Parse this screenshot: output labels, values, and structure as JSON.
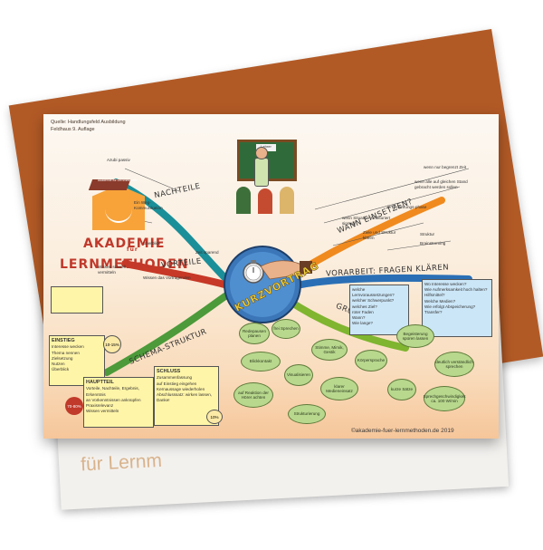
{
  "source": {
    "line1": "Quelle: Handlungsfeld Ausbildung",
    "line2": "Feldhaus 9. Auflage"
  },
  "center": {
    "title": "KURZVORTRAG"
  },
  "logo": {
    "brand_line1": "AKADEMIE",
    "brand_small": "für",
    "brand_line2": "LERNMETHODEN",
    "hat_text": "Akademie für Lernmethoden"
  },
  "branches": {
    "nachteile": "NACHTEILE",
    "vorteile": "VORTEILE",
    "schema": "SCHEMA-STRUKTUR",
    "wann": "WANN EINSETZEN?",
    "vorarbeit": "VORARBEIT: FRAGEN KLÄREN",
    "grundsaetze": "GRUNDSÄTZE/TIPPS"
  },
  "teacher_board": {
    "label": "Lehrer"
  },
  "nachteile_notes": [
    "Azubi passiv",
    "Ein Weg-Kommunikation"
  ],
  "vorteile_notes": [
    "Überblick",
    "Wissen schnell vermitteln",
    "Wissen das Vortragenden",
    "Zeit sparend"
  ],
  "wann_notes": [
    "wenn nur begrenzt Zeit",
    "wenn alle auf gleichen Stand gebracht werden sollen",
    "in Einführungs-phase",
    "wenn Situation strukturiert sinnvoll"
  ],
  "vorarbeit_notes": [
    "Ziele und Struktur klären",
    "Struktur",
    "Brainstorming"
  ],
  "vorarbeit_left": [
    "welche Lernvoraussetzungen?",
    "welcher Schwerpunkt?",
    "welches Ziel?",
    "roter Faden",
    "Wann?",
    "Wie lange?"
  ],
  "vorarbeit_right": [
    "Wo Interesse wecken?",
    "Wie Aufmerksamkeit hoch halten?",
    "Hilfsmittel?",
    "Welche Medien?",
    "Wie erfolgt Abspeicherung?",
    "Transfer?"
  ],
  "einstieg": {
    "title": "EINSTIEG",
    "items": [
      "Interesse wecken",
      "Thema nennen",
      "Zielsetzung",
      "Nutzen",
      "Überblick"
    ],
    "time": "10-15%"
  },
  "hauptteil": {
    "title": "HAUPTTEIL",
    "items": [
      "Vorteile, Nachteile, Ergebnis, Erkenntnis",
      "an Vorkenntnissen anknüpfen",
      "Praxisrelevanz",
      "Wissen vermitteln"
    ],
    "time": "70-80%"
  },
  "schluss": {
    "title": "SCHLUSS",
    "items": [
      "Zusammenfassung",
      "auf Einstieg eingehen",
      "Kernaussage wiederholen",
      "Abschlusssatz: wirken lassen, Danke!"
    ],
    "time": "10%"
  },
  "tips": [
    "Redepausen planen",
    "frei Sprechen",
    "Stimme, Mimik, Gestik",
    "Blickkontakt",
    "Visualisieren",
    "Körpersprache",
    "Begeisterung spüren lassen",
    "deutlich verständlich sprechen",
    "auf Reaktion der Hörer achten",
    "klarer Medieneinsatz",
    "kurze Sätze",
    "Sprechgeschwindigkeit ca. 100 W/min",
    "Strukturierung"
  ],
  "copyright": "©akademie-fuer-lernmethoden.de 2019",
  "ghost_text": "für Lernm"
}
